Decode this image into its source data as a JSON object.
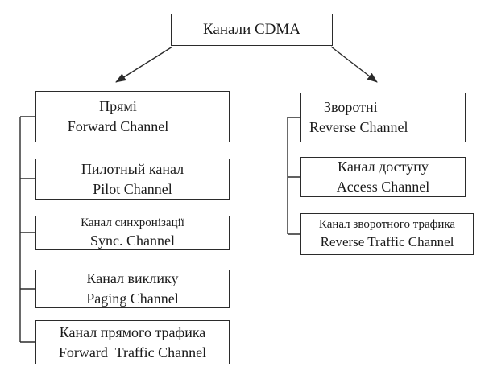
{
  "diagram": {
    "title": "Канали CDMA",
    "left": {
      "boxes": [
        {
          "line1": "Прямі",
          "line2": "Forward Channel"
        },
        {
          "line1": "Пилотный канал",
          "line2": "Pilot Channel"
        },
        {
          "line1": "Канал синхронізації",
          "line2": "Sync. Channel"
        },
        {
          "line1": "Канал виклику",
          "line2": "Paging Channel"
        },
        {
          "line1": "Канал прямого трафика",
          "line2": "Forward  Traffic Channel"
        }
      ]
    },
    "right": {
      "boxes": [
        {
          "line1": "Зворотні",
          "line2": "Reverse Channel"
        },
        {
          "line1": "Канал доступу",
          "line2": "Access Channel"
        },
        {
          "line1": "Канал зворотного трафика",
          "line2": "Reverse Traffic Channel"
        }
      ]
    },
    "colors": {
      "stroke": "#2b2b2b",
      "text": "#1b1b1b",
      "box_background": "#ffffff",
      "page_background": "#ffffff"
    }
  }
}
